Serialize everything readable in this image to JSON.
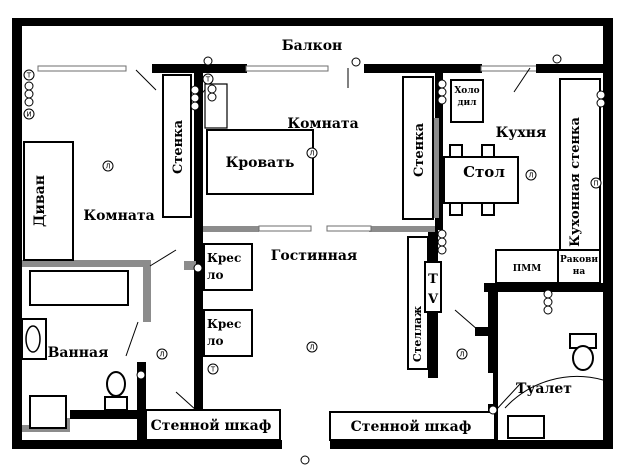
{
  "rooms": {
    "balcony": "Балкон",
    "room_bedroom": "Комната",
    "room_left": "Комната",
    "living": "Гостинная",
    "kitchen": "Кухня",
    "bathroom": "Ванная",
    "toilet": "Туалет"
  },
  "furniture": {
    "wall_unit_1": "Стенка",
    "wall_unit_2": "Стенка",
    "bed": "Кровать",
    "sofa": "Диван",
    "armchair_1": [
      "Крес",
      "ло"
    ],
    "armchair_2": [
      "Крес",
      "ло"
    ],
    "fridge": [
      "Холо",
      "дил"
    ],
    "table": "Стол",
    "kitchen_wall_unit": "Кухонная стенка",
    "washing_machine": "ПММ",
    "sink": [
      "Ракови",
      "на"
    ],
    "tv": [
      "T",
      "V"
    ],
    "rack": "Стеллаж",
    "closet_1": "Стенной шкаф",
    "closet_2": "Стенной шкаф"
  },
  "symbols": {
    "lamp": "Л",
    "phone": "Т",
    "antenna": "И",
    "cooker": "П"
  },
  "colors": {
    "wall": "#000000",
    "partition": "#8c8c8c",
    "window": "#ffffff"
  }
}
